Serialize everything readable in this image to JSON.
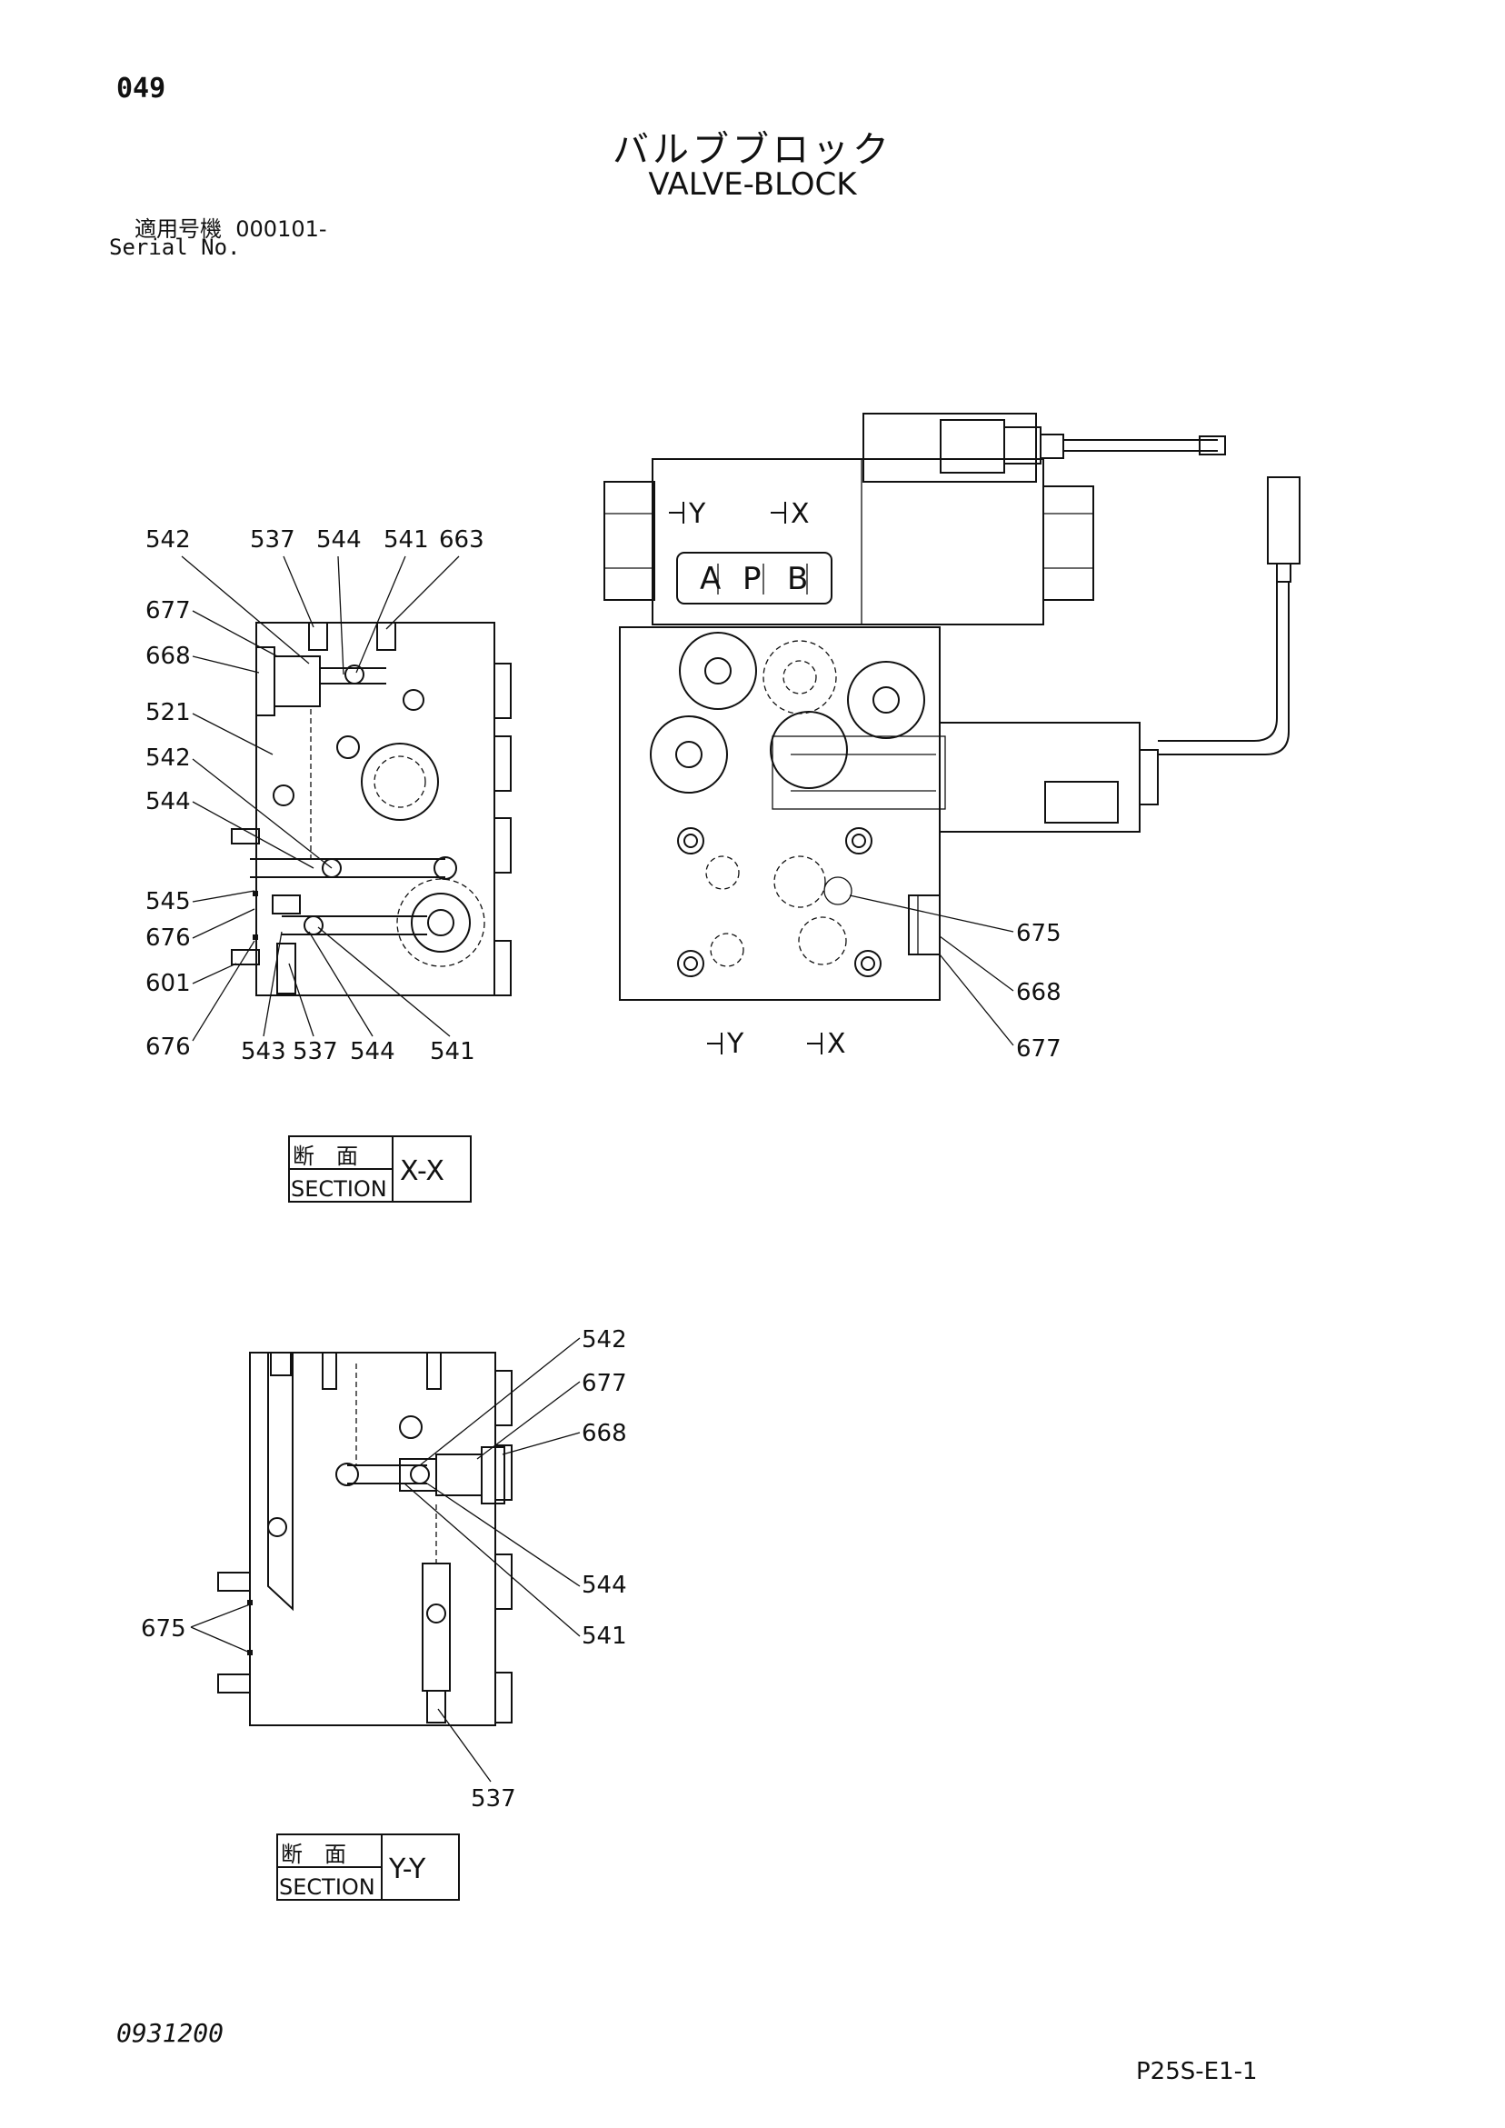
{
  "header": {
    "page_number": "049",
    "title_jp": "バルブブロック",
    "title_en": "VALVE-BLOCK",
    "serial_label_jp": "適用号機",
    "serial_value": "000101-",
    "serial_label_en": "Serial No."
  },
  "view_top": {
    "section_markers": {
      "y": "Y",
      "x": "X"
    },
    "solenoid_ports": [
      "A",
      "P",
      "B"
    ],
    "callouts": [
      "675",
      "668",
      "677"
    ]
  },
  "section_xx": {
    "callouts_top": [
      "542",
      "537",
      "544",
      "541",
      "663"
    ],
    "callouts_left": [
      "677",
      "668",
      "521",
      "542",
      "544",
      "545",
      "676",
      "601",
      "676"
    ],
    "callouts_bottom": [
      "543",
      "537",
      "544",
      "541"
    ],
    "label_jp": "断　面",
    "label_en": "SECTION",
    "label_id": "X-X"
  },
  "section_yy": {
    "callouts_right": [
      "542",
      "677",
      "668",
      "544",
      "541"
    ],
    "callouts_left": [
      "675"
    ],
    "callouts_bottom": [
      "537"
    ],
    "label_jp": "断　面",
    "label_en": "SECTION",
    "label_id": "Y-Y"
  },
  "footer": {
    "doc_code": "0931200",
    "page_ref": "P25S-E1-1"
  }
}
